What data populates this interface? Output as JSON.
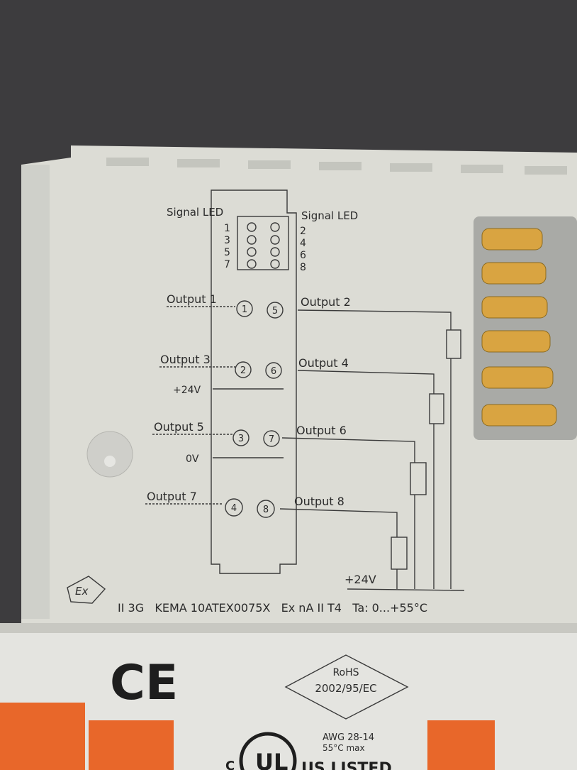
{
  "diagram": {
    "signal_led_left": "Signal LED",
    "signal_led_right": "Signal LED",
    "led_numbers_left": [
      "1",
      "3",
      "5",
      "7"
    ],
    "led_numbers_right": [
      "2",
      "4",
      "6",
      "8"
    ],
    "outputs": [
      {
        "label": "Output 1",
        "terminal": "1"
      },
      {
        "label": "Output 2",
        "terminal": "5"
      },
      {
        "label": "Output 3",
        "terminal": "2"
      },
      {
        "label": "Output 4",
        "terminal": "6"
      },
      {
        "label": "Output 5",
        "terminal": "3"
      },
      {
        "label": "Output 6",
        "terminal": "7"
      },
      {
        "label": "Output 7",
        "terminal": "4"
      },
      {
        "label": "Output 8",
        "terminal": "8"
      }
    ],
    "plus24v_left": "+24V",
    "zero_v": "0V",
    "plus24v_bottom": "+24V"
  },
  "certification": {
    "ex_mark": "Ex",
    "line": "II 3G   KEMA 10ATEX0075X   Ex nA II T4   Ta: 0...+55°C"
  },
  "lower_label": {
    "ce_mark": "CE",
    "rohs_title": "RoHS",
    "rohs_directive": "2002/95/EC",
    "awg": "AWG 28-14",
    "temp": "55°C max",
    "ul_mark": "UL",
    "ul_c": "C",
    "ul_listed": "US LISTED"
  },
  "colors": {
    "body": "#dcdcd6",
    "orange": "#e8672a",
    "contacts": "#d9a441",
    "background": "#3a393b"
  }
}
